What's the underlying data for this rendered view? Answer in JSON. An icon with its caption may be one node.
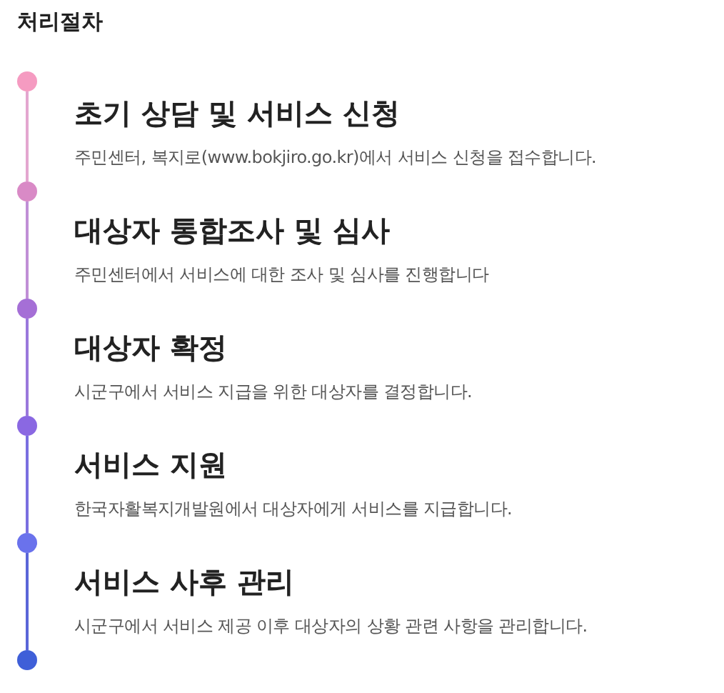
{
  "diagram": {
    "title": "처리절차",
    "nodes": [
      {
        "text": [],
        "shape": "circle",
        "beside": [
          "초기 상담 및 서비스 신청",
          "주민센터, 복지로(www.bokjiro.go.kr)에서 서비스 신청을 접수합니다."
        ]
      },
      {
        "text": [],
        "shape": "circle",
        "beside": [
          "대상자 통합조사 및 심사",
          "주민센터에서 서비스에 대한 조사 및 심사를 진행합니다"
        ]
      },
      {
        "text": [],
        "shape": "circle",
        "beside": [
          "대상자 확정",
          "시군구에서 서비스 지급을 위한 대상자를 결정합니다."
        ]
      },
      {
        "text": [],
        "shape": "circle",
        "beside": [
          "서비스 지원",
          "한국자활복지개발원에서 대상자에게 서비스를 지급합니다."
        ]
      },
      {
        "text": [],
        "shape": "circle",
        "beside": [
          "서비스 사후 관리",
          "시군구에서 서비스 제공 이후 대상자의 상황 관련 사항을 관리합니다."
        ]
      },
      {
        "text": [],
        "shape": "circle"
      }
    ],
    "edges": [
      {
        "from": 0,
        "to": 1,
        "arrow": "none",
        "color": "#e3a6cf"
      },
      {
        "from": 1,
        "to": 2,
        "arrow": "none",
        "color": "#c08fd6"
      },
      {
        "from": 2,
        "to": 3,
        "arrow": "none",
        "color": "#9a78dc"
      },
      {
        "from": 3,
        "to": 4,
        "arrow": "none",
        "color": "#7a6ee0"
      },
      {
        "from": 4,
        "to": 5,
        "arrow": "none",
        "color": "#5a66d8"
      }
    ]
  }
}
